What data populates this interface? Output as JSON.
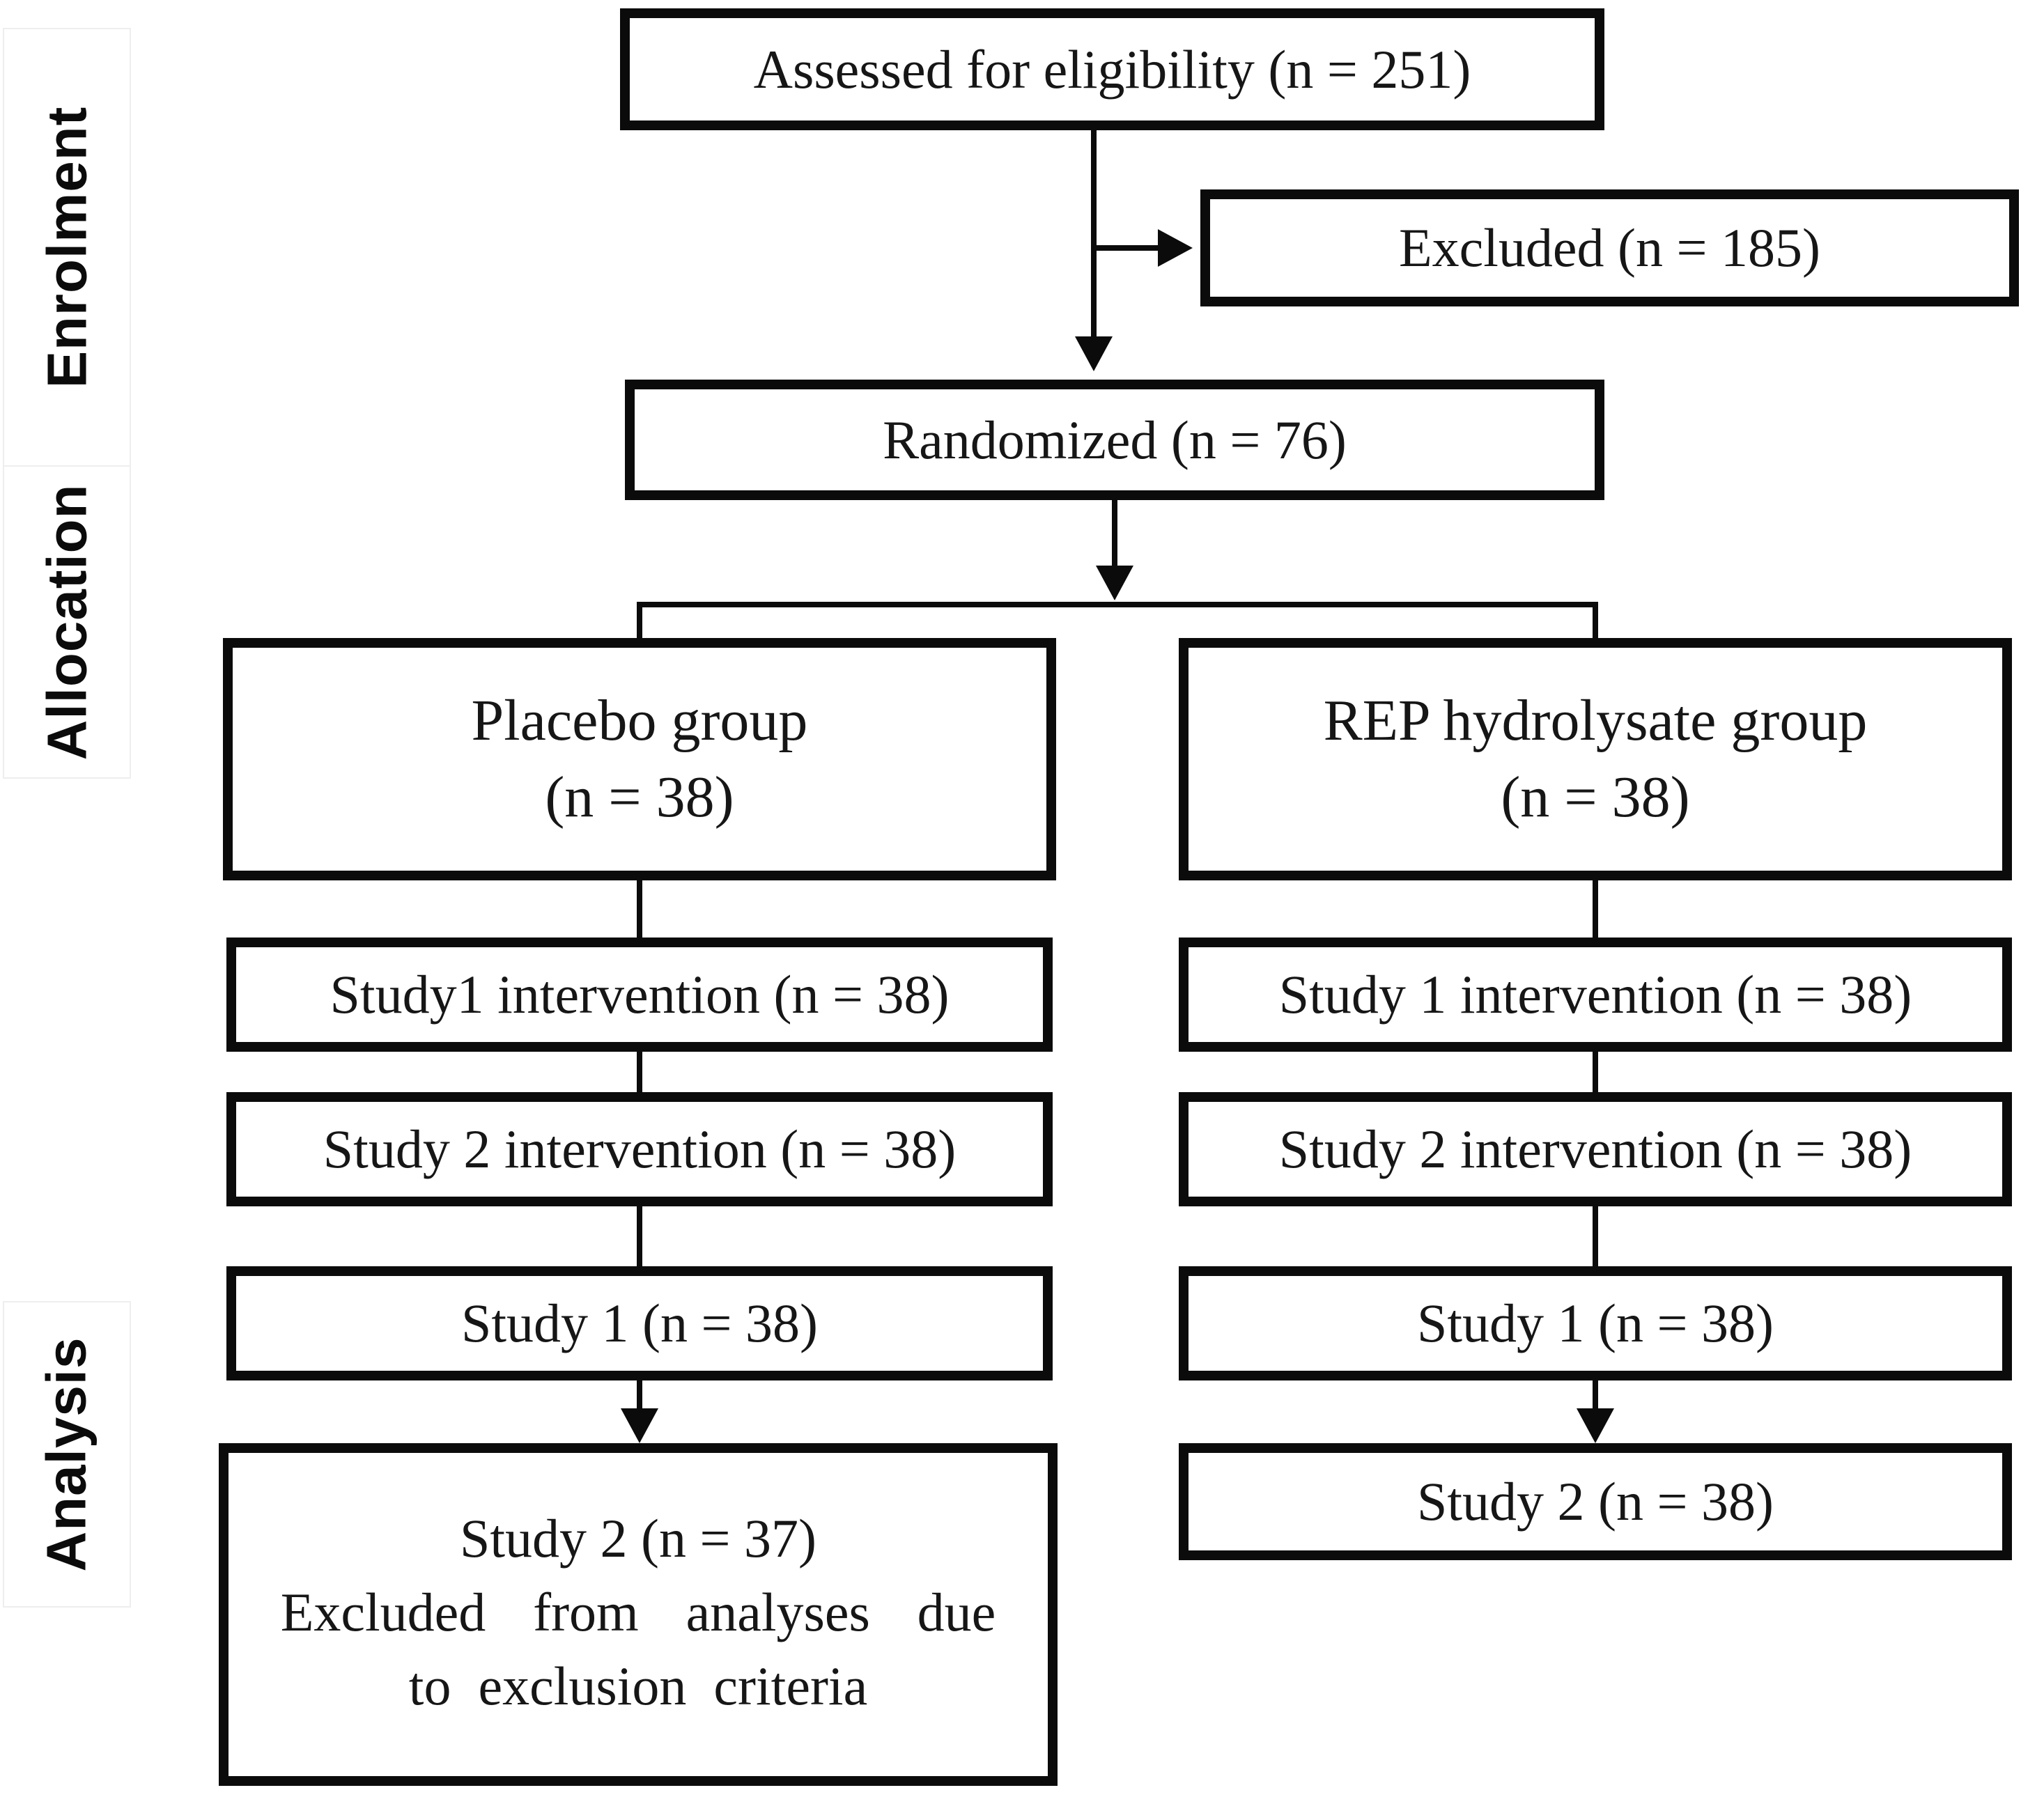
{
  "figure": {
    "type": "consort-flow-diagram",
    "colors": {
      "line": "#0b0b0b",
      "text": "#161616",
      "background": "#ffffff"
    },
    "stages": [
      {
        "label": "Enrolment"
      },
      {
        "label": "Allocation"
      },
      {
        "label": "Analysis"
      }
    ],
    "boxes": {
      "assessed": {
        "text": "Assessed for eligibility (n = 251)"
      },
      "excluded": {
        "text": "Excluded (n = 185)"
      },
      "randomized": {
        "text": "Randomized (n = 76)"
      },
      "placebo_group": {
        "line1": "Placebo group",
        "line2": "(n = 38)"
      },
      "rep_group": {
        "line1": "REP hydrolysate group",
        "line2": "(n = 38)"
      },
      "placebo_study1_intervention": {
        "text": "Study1 intervention (n = 38)"
      },
      "rep_study1_intervention": {
        "text": "Study 1 intervention (n = 38)"
      },
      "placebo_study2_intervention": {
        "text": "Study 2 intervention (n = 38)"
      },
      "rep_study2_intervention": {
        "text": "Study 2 intervention (n = 38)"
      },
      "placebo_study1_analysis": {
        "text": "Study 1 (n = 38)"
      },
      "rep_study1_analysis": {
        "text": "Study 1 (n = 38)"
      },
      "placebo_study2_analysis": {
        "line1": "Study 2 (n = 37)",
        "line2": "Excluded from analyses due",
        "line3": "to exclusion criteria"
      },
      "rep_study2_analysis": {
        "text": "Study 2 (n = 38)"
      }
    }
  }
}
